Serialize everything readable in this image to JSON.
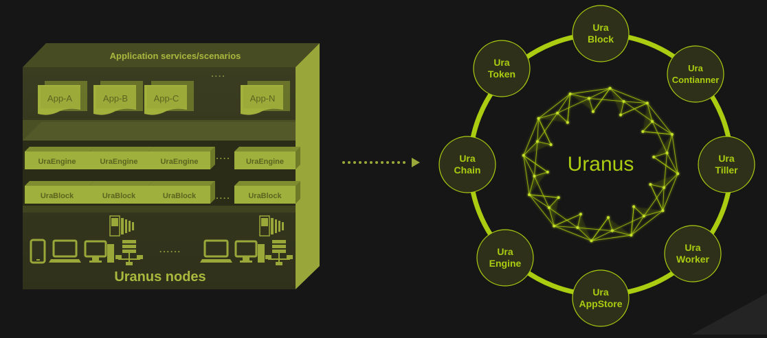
{
  "left_stack": {
    "title": "Application services/scenarios",
    "apps": [
      "App-A",
      "App-B",
      "App-C",
      "App-N"
    ],
    "apps_ellipsis": "....",
    "engine_row": [
      "UraEngine",
      "UraEngine",
      "UraEngine",
      "UraEngine"
    ],
    "block_row": [
      "UraBlock",
      "UraBlock",
      "UraBlock",
      "UraBlock"
    ],
    "row_ellipsis": "....",
    "devices_ellipsis": "......",
    "footer": "Uranus nodes",
    "device_icons": [
      "server-stack-icon",
      "phone-icon",
      "laptop-icon",
      "desktop-icon",
      "network-icon",
      "laptop-icon",
      "desktop-icon",
      "network-icon",
      "server-stack-icon"
    ]
  },
  "connector": {
    "icon": "dotted-arrow-right-icon"
  },
  "ring": {
    "center_label": "Uranus",
    "nodes": [
      {
        "line1": "Ura",
        "line2": "Block"
      },
      {
        "line1": "Ura",
        "line2": "Contianner"
      },
      {
        "line1": "Ura",
        "line2": "Tiller"
      },
      {
        "line1": "Ura",
        "line2": "Worker"
      },
      {
        "line1": "Ura",
        "line2": "AppStore"
      },
      {
        "line1": "Ura",
        "line2": "Engine"
      },
      {
        "line1": "Ura",
        "line2": "Chain"
      },
      {
        "line1": "Ura",
        "line2": "Token"
      }
    ]
  },
  "colors": {
    "background": "#161616",
    "accent": "#aacc11",
    "box_front": "#34361e",
    "box_top": "#4a4f24",
    "box_side": "#9aa83a",
    "module": "#9cad3a",
    "module_text": "#5a6420",
    "node_fill": "#2e3019"
  }
}
